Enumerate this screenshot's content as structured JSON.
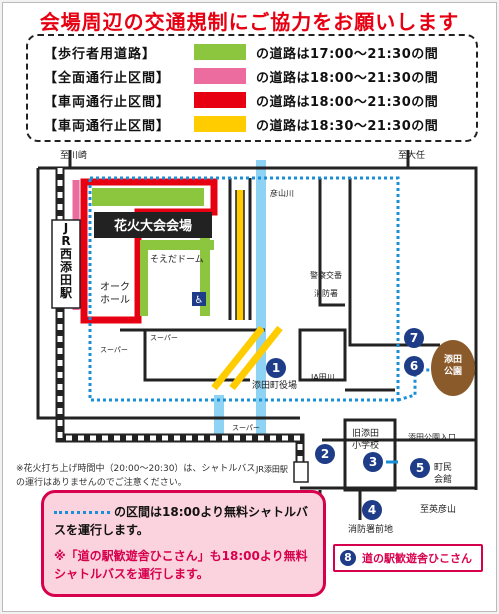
{
  "title": "会場周辺の交通規制にご協力をお願いします",
  "legend": [
    {
      "label": "【歩行者用道路】",
      "color": "#8cc63f",
      "text": "の道路は17:00～21:30の間"
    },
    {
      "label": "【全面通行止区間】",
      "color": "#ec6ca0",
      "text": "の道路は18:00～21:30の間"
    },
    {
      "label": "【車両通行止区間】",
      "color": "#e60012",
      "text": "の道路は18:00～21:30の間"
    },
    {
      "label": "【車両通行止区間】",
      "color": "#ffcc00",
      "text": "の道路は18:30～21:30の間"
    }
  ],
  "map": {
    "top_left_label": "至川崎",
    "top_right_label": "至大任",
    "station_name": "JR西添田駅",
    "venue": "花火大会会場",
    "dome": "そえだドーム",
    "oak_hall": "オーク\nホール",
    "river": "彦山川",
    "police_box": "警察交番",
    "fire_station_1": "消防署",
    "ja": "JA田川",
    "town_office": "添田町役場",
    "super_1": "スーパー",
    "super_2": "スーパー",
    "super_3": "スーパー",
    "jr_soeda": "JR添田駅",
    "old_school": "旧添田\n小学校",
    "park_entrance": "添田公園入口",
    "park": "添田公園",
    "town_hall": "町民\n会館",
    "fire_station_2": "消防署前地",
    "to_hikosan": "至英彦山",
    "numbers": [
      "1",
      "2",
      "3",
      "4",
      "5",
      "6",
      "7"
    ]
  },
  "note": "※花火打ち上げ時間中（20:00～20:30）は、シャトルバスの運行はありませんのでご注意ください。",
  "notice": {
    "line1": "の区間は18:00より無料シャトルバスを運行します。",
    "line2": "※「道の駅歓遊舎ひこさん」も18:00より無料シャトルバスを運行します。"
  },
  "badge8": {
    "num": "8",
    "label": "道の駅歓遊舎ひこさん"
  }
}
